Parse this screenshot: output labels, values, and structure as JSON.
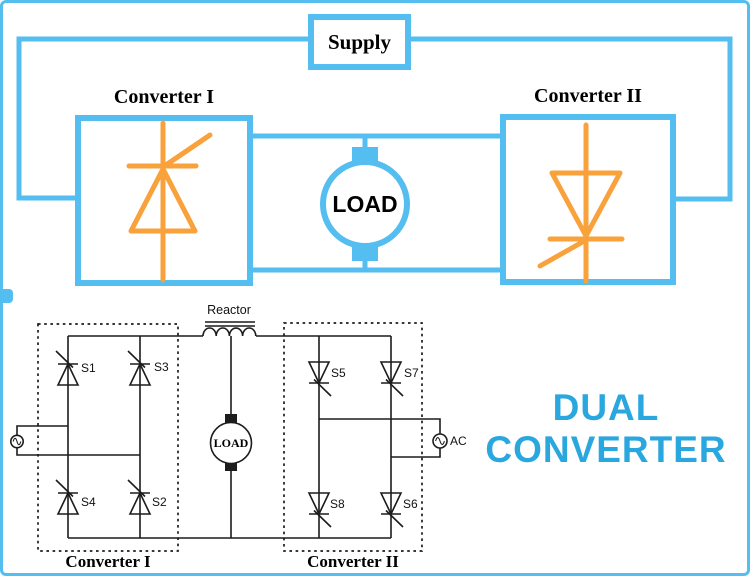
{
  "colors": {
    "accent_blue": "#55BEF0",
    "orange": "#F9A13B",
    "title_blue": "#2AA7DF",
    "schematic_ink": "#1c1c1c"
  },
  "block_diagram": {
    "supply_label": "Supply",
    "converter1_label": "Converter I",
    "converter2_label": "Converter II",
    "load_label": "LOAD"
  },
  "schematic": {
    "reactor_label": "Reactor",
    "load_label": "LOAD",
    "ac_label": "AC",
    "converter1_label": "Converter I",
    "converter2_label": "Converter II",
    "thyristors": [
      "S1",
      "S3",
      "S4",
      "S2",
      "S5",
      "S7",
      "S8",
      "S6"
    ]
  },
  "title": {
    "line1": "DUAL",
    "line2": "CONVERTER"
  }
}
